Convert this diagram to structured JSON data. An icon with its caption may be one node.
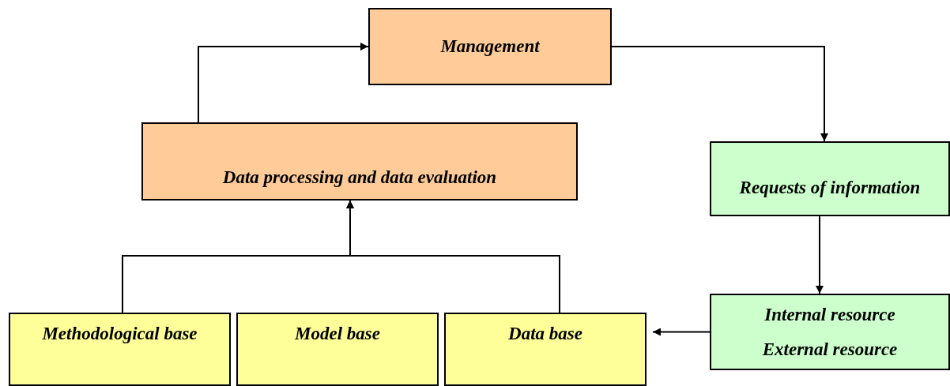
{
  "diagram": {
    "nodes": [
      {
        "text": [
          "Management"
        ]
      },
      {
        "text": [
          "Data processing and data evaluation"
        ]
      },
      {
        "text": [
          "Requests of information"
        ]
      },
      {
        "text": [
          "Methodological base"
        ]
      },
      {
        "text": [
          "Model base"
        ]
      },
      {
        "text": [
          "Data base"
        ]
      },
      {
        "text": [
          "Internal resource",
          "External resource"
        ]
      }
    ],
    "edges": [
      {
        "from": 1,
        "to": 0,
        "arrow": "to"
      },
      {
        "from": 0,
        "to": 2,
        "arrow": "to"
      },
      {
        "from": 2,
        "to": 6,
        "arrow": "to"
      },
      {
        "from": 6,
        "to": 5,
        "arrow": "to"
      },
      {
        "from": 3,
        "to": 1,
        "arrow": "to"
      },
      {
        "from": 5,
        "to": 1,
        "arrow": "to"
      }
    ]
  }
}
